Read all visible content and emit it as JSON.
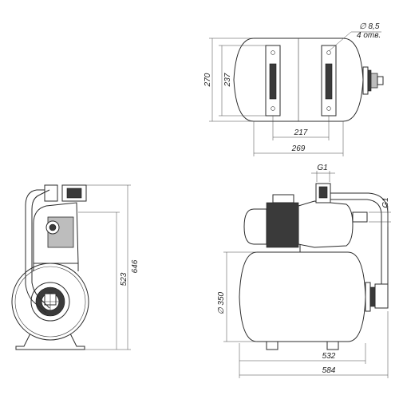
{
  "dimensions": {
    "top_height_total": "270",
    "top_height_inner": "237",
    "top_mount_spacing": "217",
    "top_width": "269",
    "hole_diameter": "∅ 8,5",
    "hole_count": "4 отв.",
    "front_height_total": "646",
    "front_height_tank": "523",
    "side_inlet_thread": "G1",
    "side_outlet_thread": "G1",
    "side_tank_diameter": "∅ 350",
    "side_length_tank": "532",
    "side_length_total": "584"
  },
  "colors": {
    "line": "#2b2b2b",
    "fill_light": "#bdbdbd",
    "fill_dark": "#3a3a3a"
  }
}
